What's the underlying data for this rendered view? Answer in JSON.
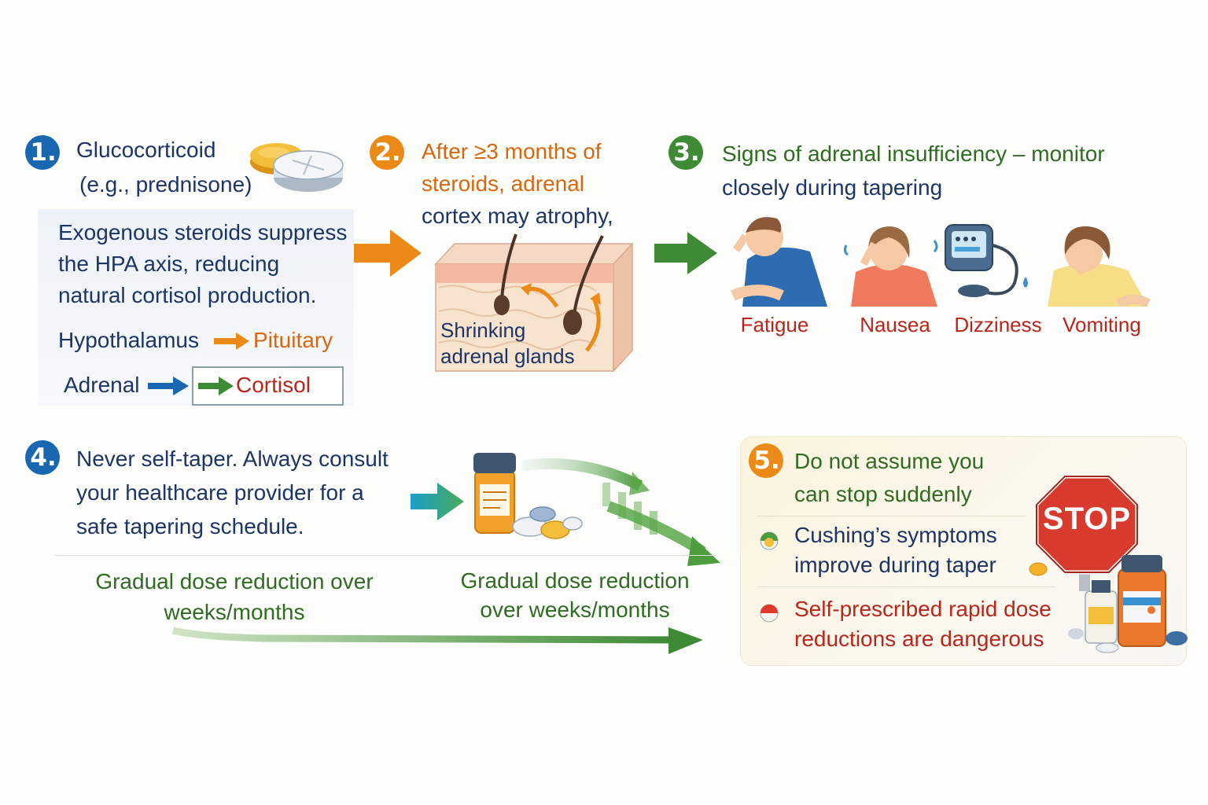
{
  "step1": {
    "number": "1.",
    "title": "Glucocorticoid",
    "subtitle": "(e.g., prednisone)",
    "body": [
      "Exogenous steroids suppress",
      "the HPA axis, reducing",
      "natural cortisol production."
    ],
    "flow": {
      "hypothalamus": "Hypothalamus",
      "pituitary": "Pituitary",
      "adrenal": "Adrenal",
      "cortisol": "Cortisol"
    }
  },
  "step2": {
    "number": "2.",
    "lines": [
      "After ≥3 months of",
      "steroids, adrenal",
      "cortex may atrophy,"
    ],
    "image_label": [
      "Shrinking",
      "adrenal glands"
    ]
  },
  "step3": {
    "number": "3.",
    "lines": [
      "Signs of adrenal insufficiency – monitor",
      "closely during tapering"
    ],
    "symptoms": [
      "Fatigue",
      "Nausea",
      "Dizziness",
      "Vomiting"
    ]
  },
  "step4": {
    "number": "4.",
    "lines": [
      "Never self-taper. Always consult",
      "your healthcare provider for a",
      "safe tapering schedule."
    ],
    "left_caption": [
      "Gradual dose reduction over",
      "weeks/months"
    ],
    "right_caption": [
      "Gradual dose reduction",
      "over weeks/months"
    ]
  },
  "step5": {
    "number": "5.",
    "lines": [
      "Do not assume you",
      "can stop suddenly"
    ],
    "point1": [
      "Cushing’s symptoms",
      "improve during taper"
    ],
    "point2": [
      "Self-prescribed rapid dose",
      "reductions are dangerous"
    ],
    "stop_sign": "STOP"
  },
  "colors": {
    "blue": "#1a67b1",
    "orange": "#ec8a18",
    "green": "#3e8a35",
    "red": "#b8261c",
    "navy": "#1c3466"
  }
}
